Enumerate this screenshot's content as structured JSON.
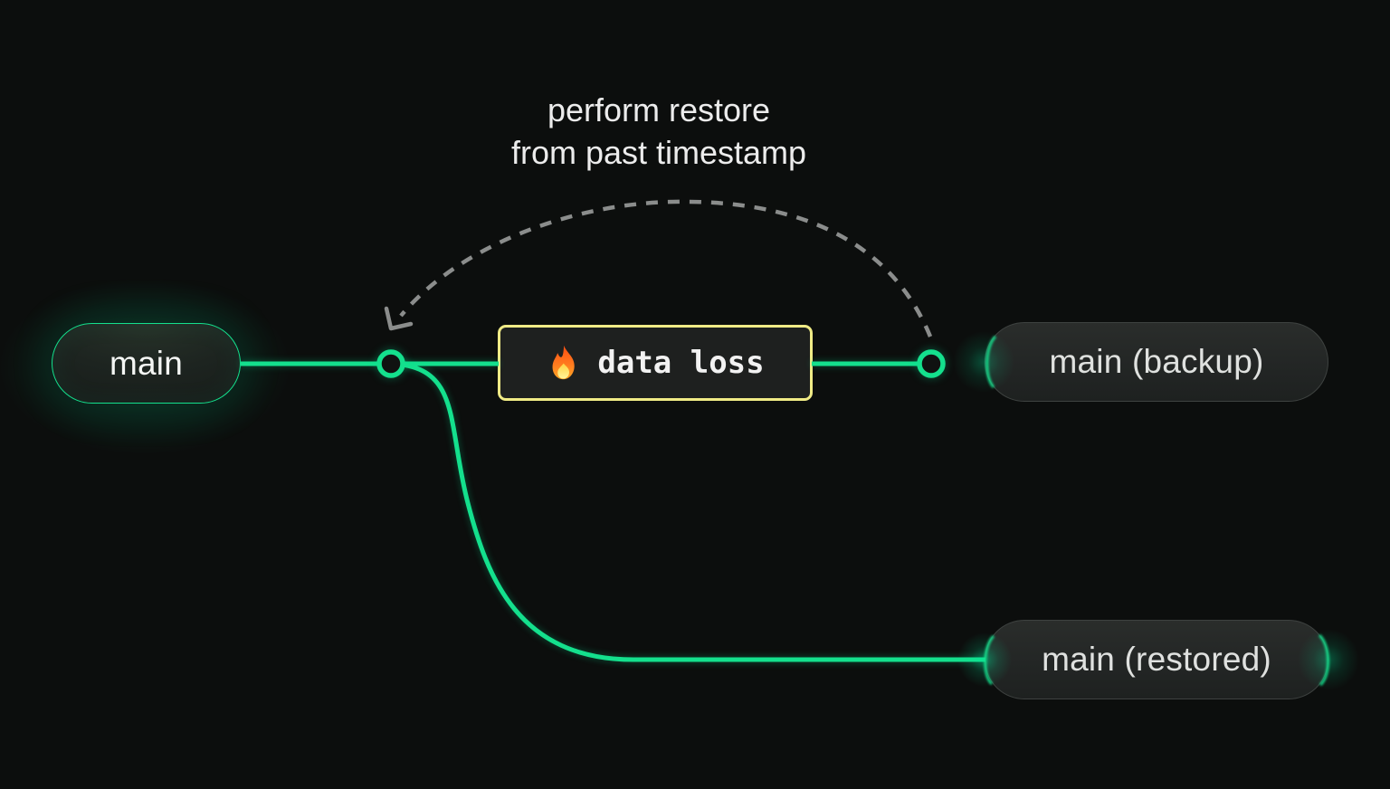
{
  "caption": {
    "line1": "perform restore",
    "line2": "from past timestamp"
  },
  "nodes": {
    "main": {
      "label": "main"
    },
    "backup": {
      "label": "main (backup)"
    },
    "restored": {
      "label": "main (restored)"
    }
  },
  "event": {
    "icon": "fire-icon",
    "label": "data loss"
  },
  "theme": {
    "colors": {
      "background": "#0c0e0d",
      "accent_green": "#14e08d",
      "warning_yellow": "#f0eb86",
      "dash_gray": "#8b8d8c",
      "pill_border_gray": "#3e4240",
      "text_light": "#ececec"
    }
  }
}
